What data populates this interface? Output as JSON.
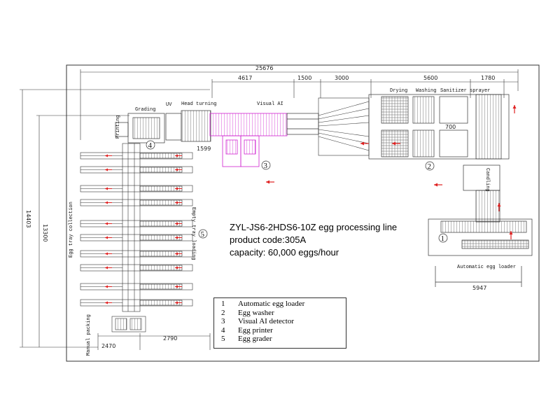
{
  "dimensions": {
    "overall_width": "25676",
    "seg_4617": "4617",
    "seg_1500": "1500",
    "seg_3000": "3000",
    "seg_5600": "5600",
    "seg_1780": "1780",
    "overall_height": "14403",
    "inner_height": "13300",
    "dim_1599": "1599",
    "dim_700": "700",
    "dim_2470": "2470",
    "dim_2790": "2790",
    "dim_5947": "5947"
  },
  "labels": {
    "grading": "Grading",
    "uv": "UV",
    "head_turning": "Head turning",
    "visual_ai": "Visual AI",
    "drying": "Drying",
    "washing": "Washing",
    "sanitizer_sprayer": "Sanitizer sprayer",
    "candling": "Candling",
    "printing": "Printing",
    "egg_tray_collection": "Egg tray collection",
    "empty_tray_loading": "Empty tray loading",
    "manual_packing": "Manual packing",
    "auto_loader": "Automatic egg loader"
  },
  "markers": {
    "m1": "1",
    "m2": "2",
    "m3": "3",
    "m4": "4",
    "m5": "5"
  },
  "title": {
    "line1": "ZYL-JS6-2HDS6-10Z egg processing line",
    "line2": "product code:305A",
    "line3": "capacity: 60,000 eggs/hour"
  },
  "legend": {
    "items": [
      {
        "num": "1",
        "text": "Automatic egg loader"
      },
      {
        "num": "2",
        "text": "Egg washer"
      },
      {
        "num": "3",
        "text": "Visual AI detector"
      },
      {
        "num": "4",
        "text": "Egg printer"
      },
      {
        "num": "5",
        "text": "Egg grader"
      }
    ]
  },
  "colors": {
    "line": "#333333",
    "arrow": "#e02020",
    "magenta": "#e040e0",
    "dimension": "#222222"
  }
}
